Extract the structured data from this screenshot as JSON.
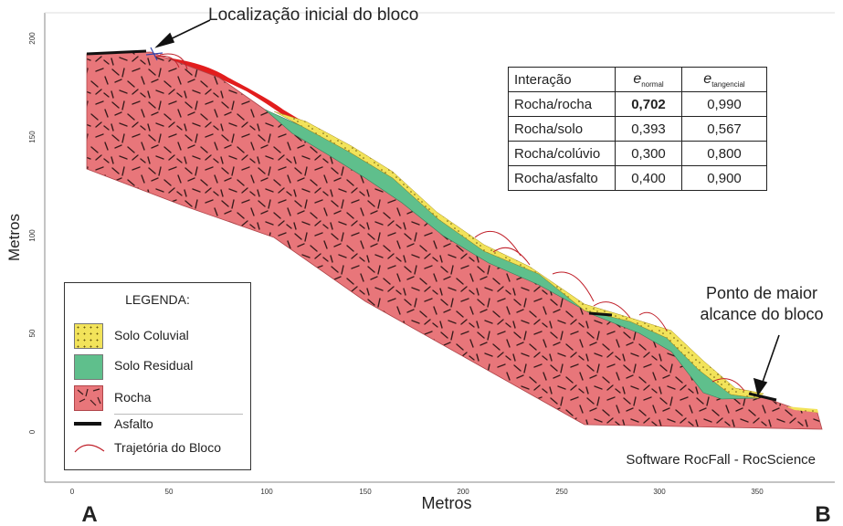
{
  "annotations": {
    "start_location": "Localização inicial do bloco",
    "max_reach_line1": "Ponto de maior",
    "max_reach_line2": "alcance do bloco",
    "software": "Software RocFall - RocScience"
  },
  "axes": {
    "xlabel": "Metros",
    "ylabel": "Metros",
    "x_ticks": [
      "0",
      "50",
      "100",
      "150",
      "200",
      "250",
      "300",
      "350"
    ],
    "y_ticks": [
      "200",
      "150",
      "100",
      "50",
      "0"
    ],
    "endpoint_a": "A",
    "endpoint_b": "B"
  },
  "table": {
    "headers": {
      "interaction": "Interação",
      "e_normal_symbol": "e",
      "e_normal_sub": "normal",
      "e_tangential_symbol": "e",
      "e_tangential_sub": "tangencial"
    },
    "rows": [
      {
        "interaction": "Rocha/rocha",
        "normal": "0,702",
        "tangential": "0,990"
      },
      {
        "interaction": "Rocha/solo",
        "normal": "0,393",
        "tangential": "0,567"
      },
      {
        "interaction": "Rocha/colúvio",
        "normal": "0,300",
        "tangential": "0,800"
      },
      {
        "interaction": "Rocha/asfalto",
        "normal": "0,400",
        "tangential": "0,900"
      }
    ]
  },
  "legend": {
    "title": "LEGENDA:",
    "items": {
      "colluvial": "Solo Coluvial",
      "residual": "Solo Residual",
      "rock": "Rocha",
      "asphalt": "Asfalto",
      "trajectory": "Trajetória do Bloco"
    }
  },
  "colors": {
    "rock": "#e8767a",
    "residual_soil": "#5fbf8c",
    "colluvial_soil": "#f2e35a",
    "trajectory": "#c0202a",
    "trajectory_fill": "#e21d1d",
    "asphalt": "#111111"
  }
}
